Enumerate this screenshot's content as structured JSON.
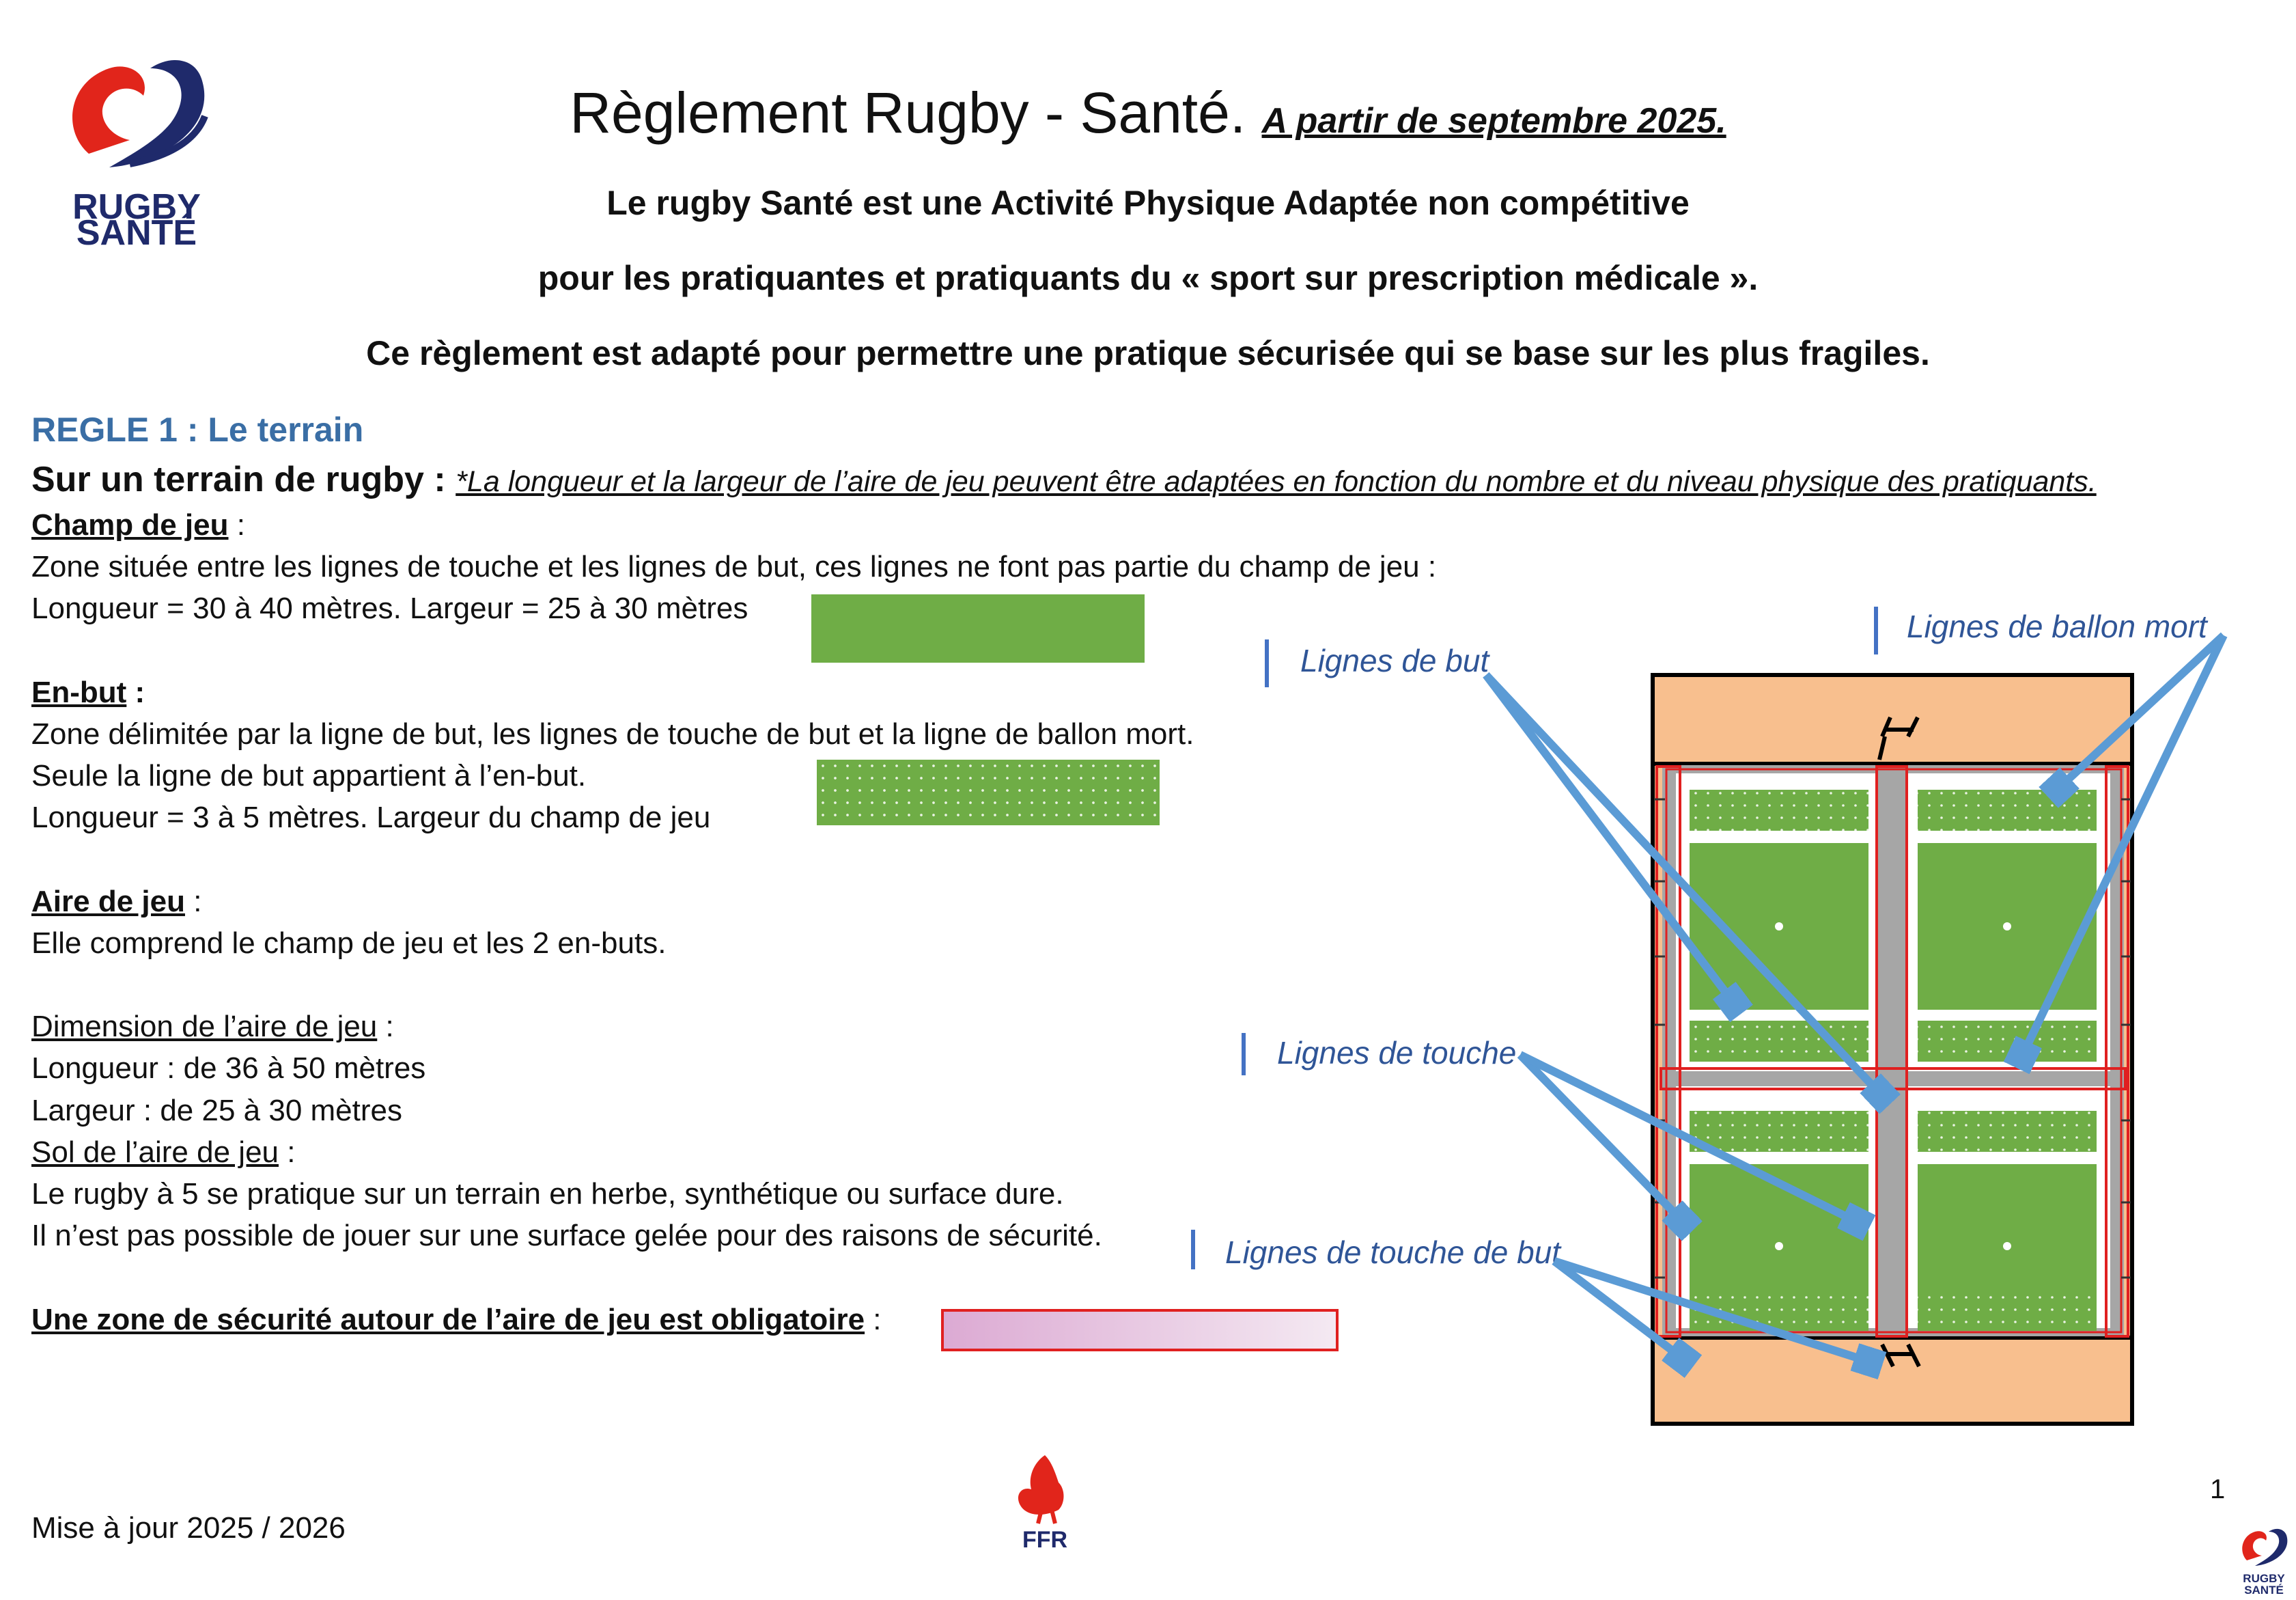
{
  "header": {
    "title": "Règlement Rugby - Santé.",
    "subtitle": "A partir de septembre 2025.",
    "logo_text_1": "RUGBY",
    "logo_text_2": "SANTÉ"
  },
  "intro": [
    "Le rugby Santé est une Activité Physique Adaptée non compétitive",
    "pour les pratiquantes et pratiquants du « sport sur prescription médicale ».",
    "Ce règlement est adapté pour permettre une pratique sécurisée qui se base sur les plus fragiles."
  ],
  "rule": {
    "heading": "REGLE 1 : Le terrain",
    "terrain_lead": "Sur un terrain de rugby :",
    "terrain_note": "*La longueur et la largeur de l’aire de jeu peuvent être adaptées en fonction du nombre et du niveau physique des pratiquants."
  },
  "sections": {
    "champ_title": "Champ de jeu",
    "champ_colon": " :",
    "champ_desc": "Zone située entre les lignes de touche et les lignes de but, ces lignes ne font pas partie du champ de jeu :",
    "champ_dims": "Longueur = 30 à 40 mètres.  Largeur = 25 à 30 mètres",
    "enbut_title": "En-but",
    "enbut_colon": " :",
    "enbut_desc_1": "Zone délimitée par la ligne de but, les lignes de touche de but et la ligne de ballon mort.",
    "enbut_desc_2": "Seule la ligne de but appartient à l’en-but.",
    "enbut_dims": "Longueur = 3 à 5 mètres.  Largeur du champ de jeu",
    "aire_title": "Aire de jeu",
    "aire_colon": " :",
    "aire_desc": "Elle comprend le champ de jeu et les 2 en-buts.",
    "dim_title": "Dimension de l’aire de jeu",
    "dim_colon": " :",
    "dim_long": "Longueur : de 36 à 50 mètres",
    "dim_larg": "Largeur : de 25 à 30 mètres",
    "sol_title": "Sol de l’aire de jeu",
    "sol_colon": " :",
    "sol_desc_1": "Le rugby à 5 se pratique sur un terrain en herbe, synthétique ou surface dure.",
    "sol_desc_2": "Il n’est pas possible de jouer sur une surface gelée pour des raisons de sécurité.",
    "secu_title": "Une zone de sécurité autour de l’aire de jeu est obligatoire",
    "secu_colon": " :"
  },
  "diagram": {
    "labels": {
      "ballon_mort": "Lignes de ballon mort",
      "but": "Lignes de but",
      "touche": "Lignes de touche",
      "touche_but": "Lignes de touche de but"
    },
    "colors": {
      "green": "#6fad46",
      "safety": "#f8bf8e",
      "lines": "#a6a6a6",
      "arrow": "#5b9bd5",
      "red": "#e02020"
    }
  },
  "footer": {
    "update": "Mise à jour 2025 / 2026",
    "page": "1",
    "ffr": "FFR"
  }
}
